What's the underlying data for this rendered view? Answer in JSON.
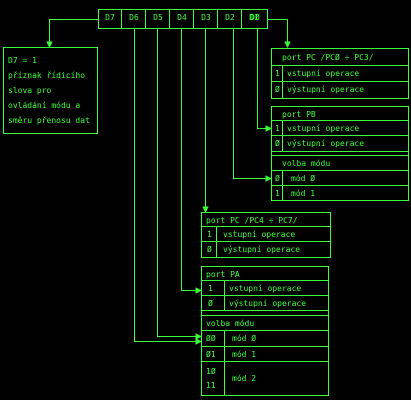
{
  "register_bits": [
    "D7",
    "D6",
    "D5",
    "D4",
    "D3",
    "D2",
    "D1",
    "DØ"
  ],
  "note": {
    "line1": "D7 = 1",
    "line2": "příznak řídicího",
    "line3": "slova pro",
    "line4": "ovládání módu a",
    "line5": "směru přenosu dat"
  },
  "port_pc_low": {
    "title": "port PC /PCØ ÷ PC3/",
    "rows": [
      {
        "code": "1",
        "text": "vstupní operace"
      },
      {
        "code": "Ø",
        "text": "výstupní operace"
      }
    ]
  },
  "port_pb": {
    "title": "port PB",
    "rows": [
      {
        "code": "1",
        "text": "vstupní operace"
      },
      {
        "code": "Ø",
        "text": "výstupní operace"
      }
    ],
    "mode_title": "volba módu",
    "modes": [
      {
        "code": "Ø",
        "text": "mód Ø"
      },
      {
        "code": "1",
        "text": "mód 1"
      }
    ]
  },
  "port_pc_high": {
    "title": "port PC /PC4 ÷ PC7/",
    "rows": [
      {
        "code": "1",
        "text": "vstupní operace"
      },
      {
        "code": "Ø",
        "text": "výstupní operace"
      }
    ]
  },
  "port_pa": {
    "title": "port PA",
    "rows": [
      {
        "code": "1",
        "text": "vstupní operace"
      },
      {
        "code": "Ø",
        "text": "výstupní operace"
      }
    ],
    "mode_title": "volba módu",
    "modes": [
      {
        "code": "ØØ",
        "text": "mód Ø"
      },
      {
        "code": "Ø1",
        "text": "mód 1"
      },
      {
        "code": "1Ø",
        "text": ""
      },
      {
        "code": "11",
        "text": "mód 2"
      }
    ]
  },
  "colors": {
    "background": "#000000",
    "line": "#3cff3c"
  }
}
